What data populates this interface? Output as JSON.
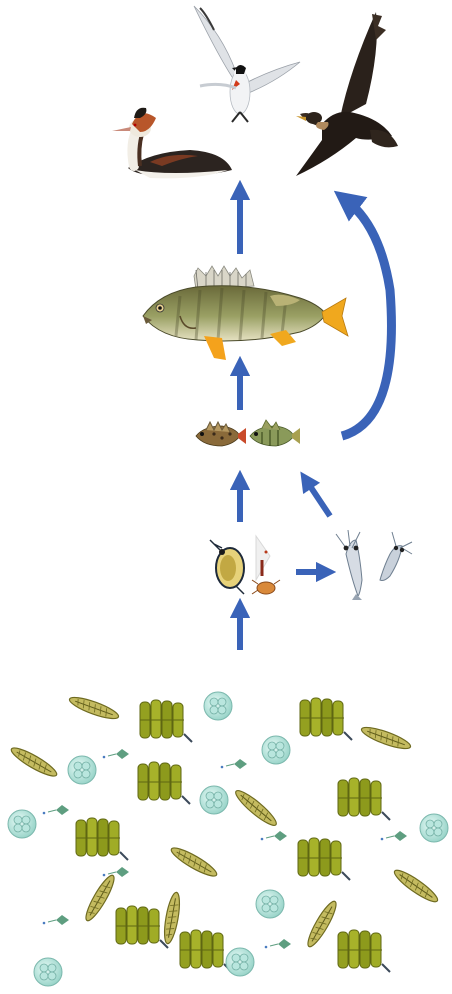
{
  "diagram": {
    "levels": [
      {
        "name": "top-predators",
        "organisms": [
          "great-crested-grebe",
          "tern",
          "cormorant"
        ]
      },
      {
        "name": "predatory-fish",
        "organisms": [
          "perch"
        ]
      },
      {
        "name": "small-fish",
        "organisms": [
          "ruffe",
          "small-perch"
        ]
      },
      {
        "name": "zooplankton",
        "organisms": [
          "daphnia",
          "rotifer",
          "copepod-larva",
          "mysid-shrimp",
          "mysid-shrimp-2"
        ]
      },
      {
        "name": "phytoplankton",
        "organisms": [
          "diatom",
          "green-algae-colony",
          "coccoid-algae",
          "flagellate"
        ]
      }
    ],
    "arrows": [
      {
        "from": "phytoplankton",
        "to": "zooplankton"
      },
      {
        "from": "zooplankton",
        "to": "small-fish"
      },
      {
        "from": "mysid-shrimp",
        "to": "small-fish"
      },
      {
        "from": "daphnia",
        "to": "mysid-shrimp"
      },
      {
        "from": "small-fish",
        "to": "predatory-fish"
      },
      {
        "from": "predatory-fish",
        "to": "top-predators"
      },
      {
        "from": "small-fish",
        "to": "cormorant"
      }
    ],
    "colors": {
      "arrow": "#3a63b8",
      "arrow_edge": "#1f3f80",
      "diatom": "#b8b050",
      "colony": "#8f9a22",
      "coccoid": "#c9ece6",
      "flagellate": "#6aa88a"
    }
  }
}
